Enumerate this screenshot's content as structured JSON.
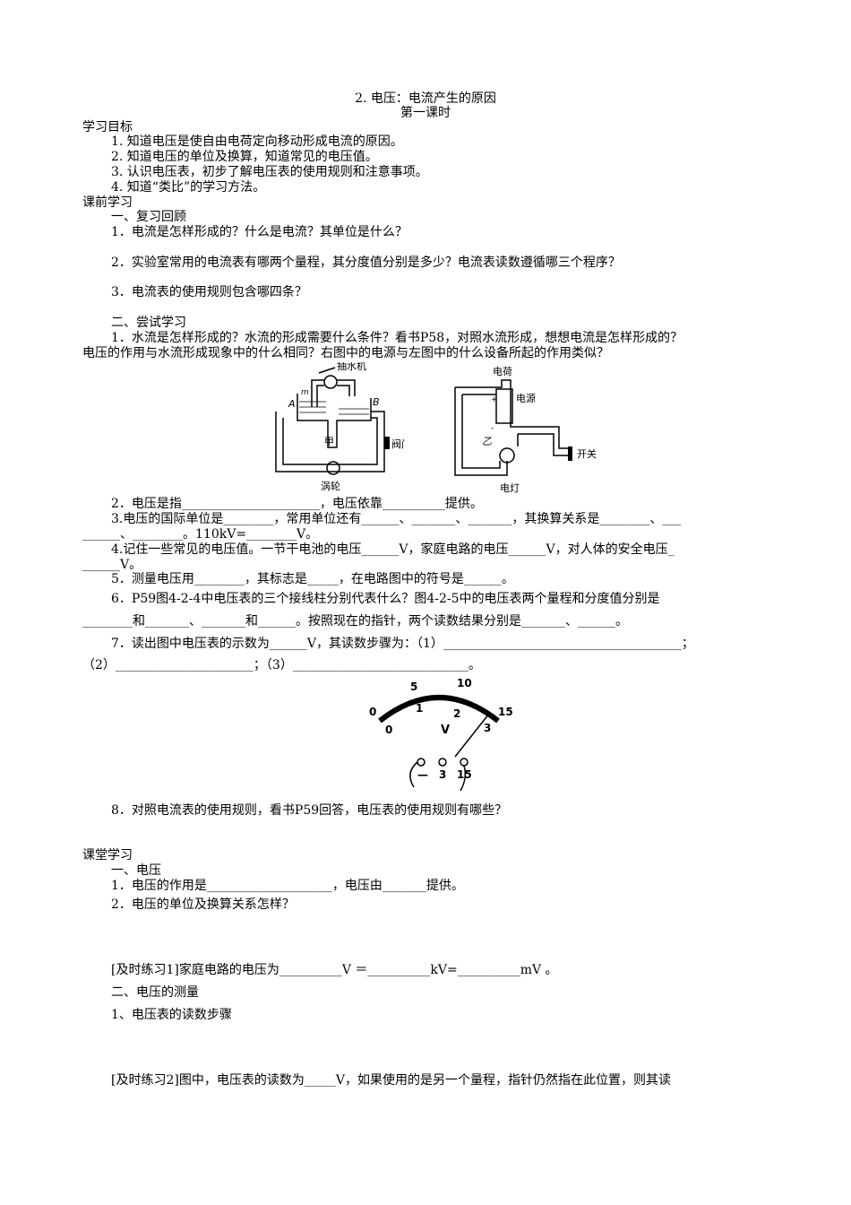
{
  "title": "2. 电压：电流产生的原因",
  "subtitle": "第一课时",
  "goals": {
    "heading": "学习目标",
    "items": [
      "1. 知道电压是使自由电荷定向移动形成电流的原因。",
      "2. 知道电压的单位及换算，知道常见的电压值。",
      "3. 认识电压表，初步了解电压表的使用规则和注意事项。",
      "4. 知道“类比”的学习方法。"
    ]
  },
  "pre": {
    "heading": "课前学习",
    "review_heading": "一、复习回顾",
    "q1": "1．电流是怎样形成的？什么是电流？其单位是什么？",
    "q2": "2．实验室常用的电流表有哪两个量程，其分度值分别是多少？电流表读数遵循哪三个程序？",
    "q3": "3．电流表的使用规则包含哪四条？",
    "try_heading": "二、尝试学习",
    "t1a": "1．水流是怎样形成的？水流的形成需要什么条件？看书P58，对照水流形成，想想电流是怎样形成的？",
    "t1b": "电压的作用与水流形成现象中的什么相同？右图中的电源与左图中的什么设备所起的作用类似？",
    "t2": "2．电压是指______________________，电压依靠__________提供。",
    "t3a": "3.电压的国际单位是________，常用单位还有______、_______、_______，其换算关系是________、___",
    "t3b": "______、________。110kV=________V。",
    "t4a": "4.记住一些常见的电压值。一节干电池的电压______V，家庭电路的电压______V，对人体的安全电压_",
    "t4b": "______V。",
    "t5": "5．测量电压用________，其标志是_____，在电路图中的符号是______。",
    "t6a": "6．P59图4-2-4中电压表的三个接线柱分别代表什么？图4-2-5中的电压表两个量程和分度值分别是",
    "t6b": "________和_______、_______和______。按照现在的指针，两个读数结果分别是_______、______。",
    "t7a": "7．读出图中电压表的示数为______V，其读数步骤为：（1）______________________________________；",
    "t7b": "（2）______________________；（3）____________________________。",
    "t8": "8．对照电流表的使用规则，看书P59回答，电压表的使用规则有哪些？"
  },
  "fig_water": {
    "pump": "抽水机",
    "a": "A",
    "b": "B",
    "m": "m",
    "jia": "甲",
    "valve": "阀门",
    "turbine": "涡轮"
  },
  "fig_circuit": {
    "charge": "电荷",
    "source": "电源",
    "yi": "乙",
    "switch": "开关",
    "lamp": "电灯",
    "plus": "+",
    "minus": "-"
  },
  "meter": {
    "upper": [
      "0",
      "5",
      "10",
      "15"
    ],
    "lower": [
      "0",
      "1",
      "2",
      "3"
    ],
    "symbol": "V",
    "terminals": [
      "—",
      "3",
      "15"
    ]
  },
  "class": {
    "heading": "课堂学习",
    "s1": "一、电压",
    "q1": "1．电压的作用是____________________，电压由_______提供。",
    "q2": "2．电压的单位及换算关系怎样？",
    "ex1": "[及时练习1]家庭电路的电压为__________V ＝__________kV=__________mV 。",
    "s2": "二、电压的测量",
    "sub1": "1、电压表的读数步骤",
    "ex2": "[及时练习2]图中，电压表的读数为_____V，如果使用的是另一个量程，指针仍然指在此位置，则其读"
  }
}
